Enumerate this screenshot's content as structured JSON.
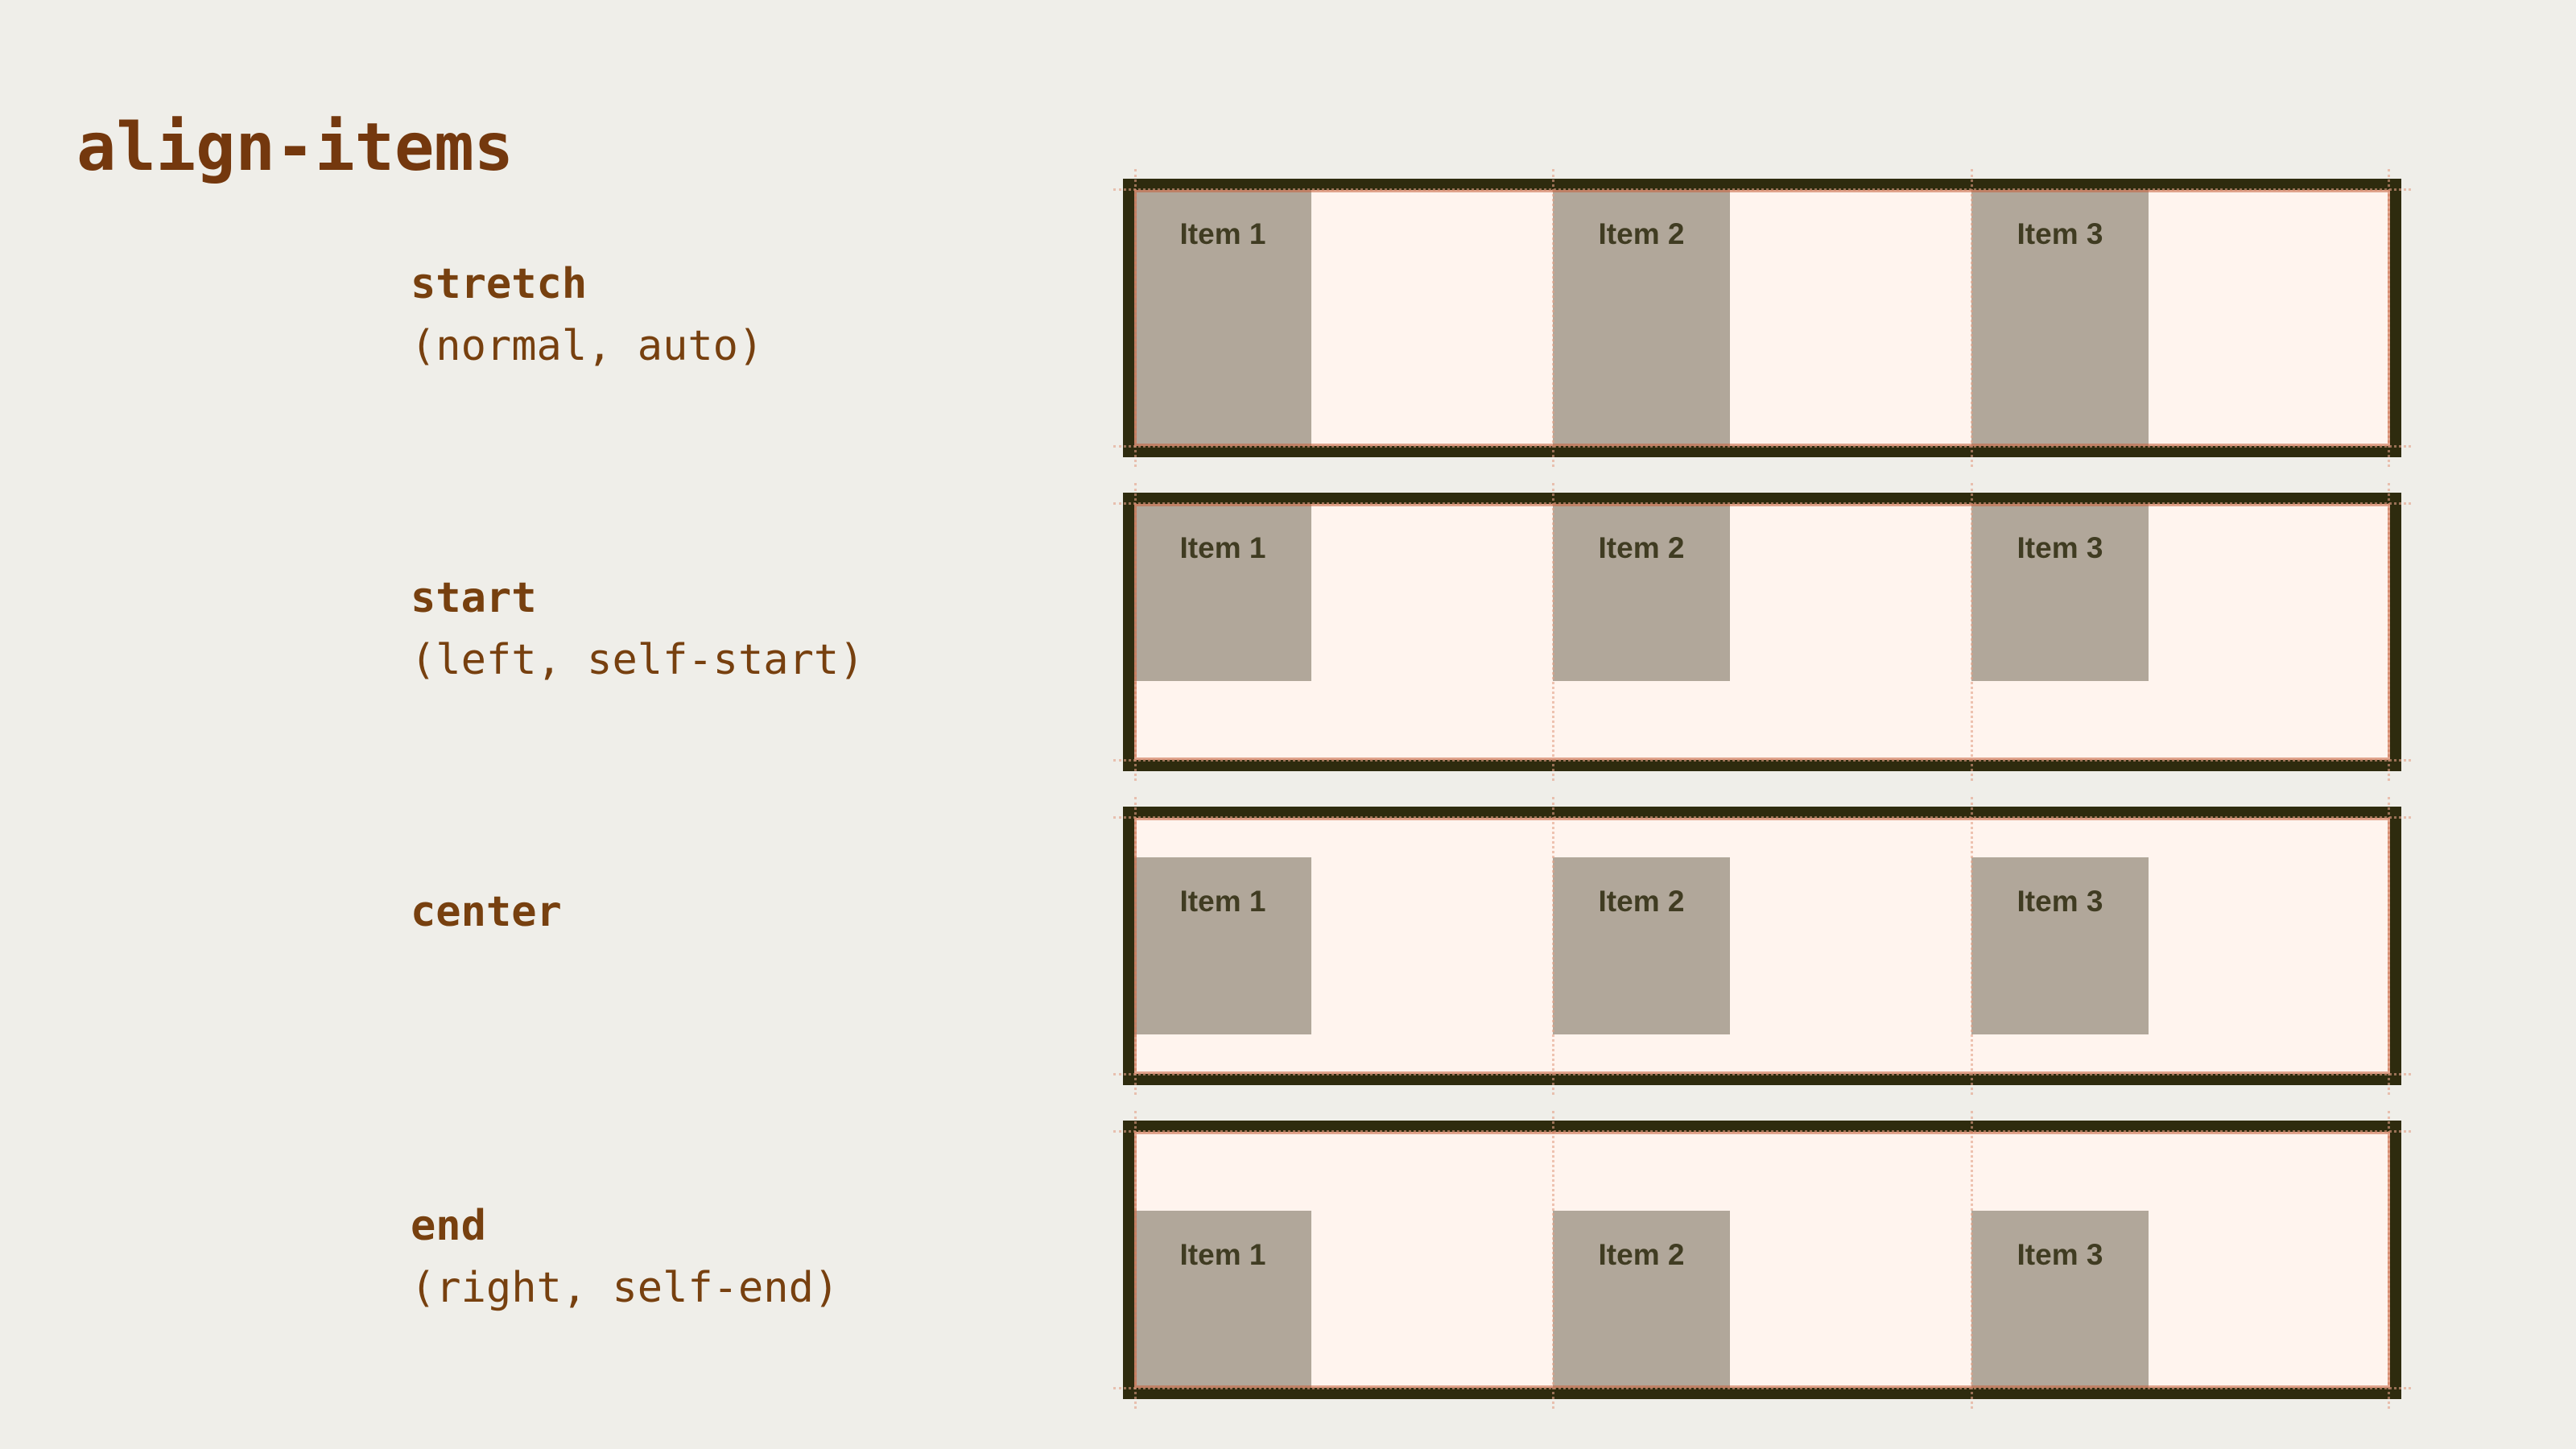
{
  "page": {
    "title": "align-items"
  },
  "colors": {
    "page_background": "#EFEEE9",
    "heading_text": "#74380E",
    "label_text": "#77400F",
    "container_border": "#2E2B0E",
    "container_background": "#FFF4EE",
    "item_background": "#B1A79A",
    "item_text": "#403C22",
    "overlay_outline": "#C6623E",
    "overlay_dots": "#E2A087"
  },
  "rows": [
    {
      "keyword": "stretch",
      "aliases": "(normal, auto)",
      "alignment": "stretch",
      "items": [
        "Item 1",
        "Item 2",
        "Item 3"
      ]
    },
    {
      "keyword": "start",
      "aliases": "(left, self-start)",
      "alignment": "start",
      "items": [
        "Item 1",
        "Item 2",
        "Item 3"
      ]
    },
    {
      "keyword": "center",
      "aliases": "",
      "alignment": "center",
      "items": [
        "Item 1",
        "Item 2",
        "Item 3"
      ]
    },
    {
      "keyword": "end",
      "aliases": "(right, self-end)",
      "alignment": "end",
      "items": [
        "Item 1",
        "Item 2",
        "Item 3"
      ]
    }
  ]
}
